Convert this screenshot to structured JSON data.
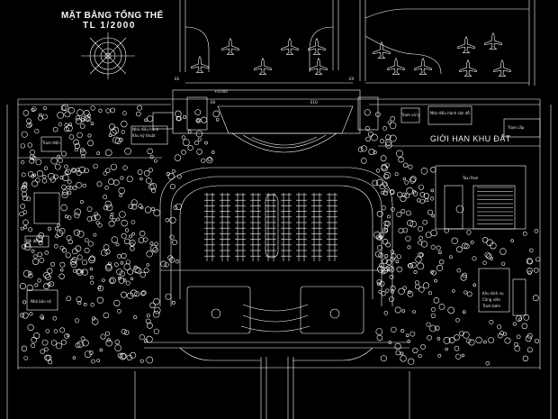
{
  "drawing": {
    "title": "MẶT BẰNG TỔNG THỂ",
    "scale": "TL 1/2000",
    "boundary_label": "GIỚI HẠN KHU ĐẤT"
  },
  "gates": {
    "left_top": "E6",
    "left_bottom": "E8",
    "right_top": "E9",
    "right_bottom": "E10"
  },
  "elevation": "+0.000",
  "labels": {
    "substation": "Trạm điện",
    "left_building_a": "Nhà điều hành",
    "left_building_b": "Khu kỹ thuật",
    "left_building_c": "Bãi đỗ xe",
    "bottom_left": "Nhà bảo vệ",
    "right_top_a": "Trạm xử lý",
    "right_top_b": "Nhà điều hành sân đỗ",
    "right_top_c": "Trạm cấp",
    "taxi_pool": "Taxi Pool",
    "right_bottom_a": "Khu dịch vụ",
    "right_bottom_b": "Công viên",
    "right_bottom_c": "Trạm bơm"
  },
  "colors": {
    "background": "#000000",
    "line": "#ffffff"
  }
}
